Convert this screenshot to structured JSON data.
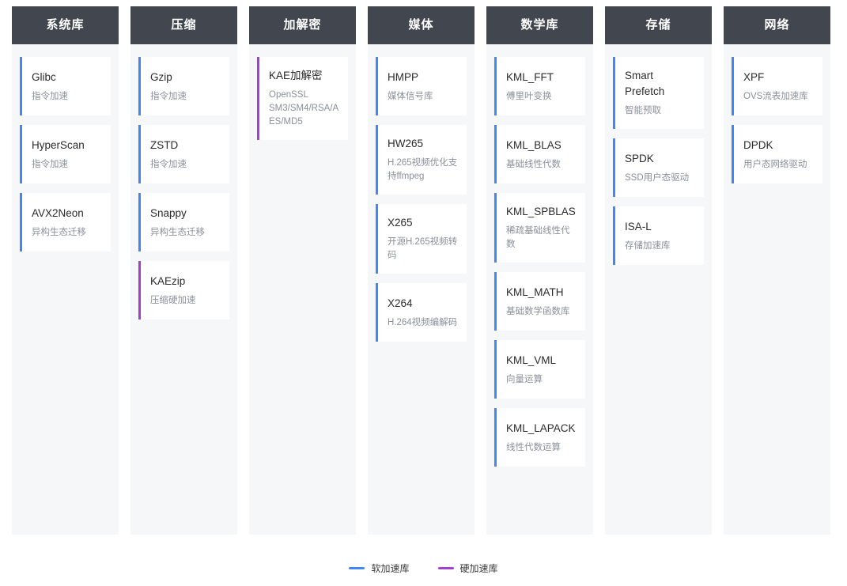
{
  "columns": [
    {
      "title": "系统库",
      "cards": [
        {
          "name": "Glibc",
          "desc": "指令加速",
          "type": "soft"
        },
        {
          "name": "HyperScan",
          "desc": "指令加速",
          "type": "soft"
        },
        {
          "name": "AVX2Neon",
          "desc": "异构生态迁移",
          "type": "soft"
        }
      ]
    },
    {
      "title": "压缩",
      "cards": [
        {
          "name": "Gzip",
          "desc": "指令加速",
          "type": "soft"
        },
        {
          "name": "ZSTD",
          "desc": "指令加速",
          "type": "soft"
        },
        {
          "name": "Snappy",
          "desc": "异构生态迁移",
          "type": "soft"
        },
        {
          "name": "KAEzip",
          "desc": "压缩硬加速",
          "type": "hard"
        }
      ]
    },
    {
      "title": "加解密",
      "cards": [
        {
          "name": "KAE加解密",
          "desc": "OpenSSL SM3/SM4/RSA/AES/MD5",
          "type": "hard"
        }
      ]
    },
    {
      "title": "媒体",
      "cards": [
        {
          "name": "HMPP",
          "desc": "媒体信号库",
          "type": "soft"
        },
        {
          "name": "HW265",
          "desc": "H.265视频优化支持ffmpeg",
          "type": "soft"
        },
        {
          "name": "X265",
          "desc": "开源H.265视频转码",
          "type": "soft"
        },
        {
          "name": "X264",
          "desc": "H.264视频编解码",
          "type": "soft"
        }
      ]
    },
    {
      "title": "数学库",
      "cards": [
        {
          "name": "KML_FFT",
          "desc": "傅里叶变换",
          "type": "soft"
        },
        {
          "name": "KML_BLAS",
          "desc": "基础线性代数",
          "type": "soft"
        },
        {
          "name": "KML_SPBLAS",
          "desc": "稀疏基础线性代数",
          "type": "soft"
        },
        {
          "name": "KML_MATH",
          "desc": "基础数学函数库",
          "type": "soft"
        },
        {
          "name": "KML_VML",
          "desc": "向量运算",
          "type": "soft"
        },
        {
          "name": "KML_LAPACK",
          "desc": "线性代数运算",
          "type": "soft"
        }
      ]
    },
    {
      "title": "存储",
      "cards": [
        {
          "name": "Smart Prefetch",
          "desc": "智能预取",
          "type": "soft"
        },
        {
          "name": "SPDK",
          "desc": "SSD用户态驱动",
          "type": "soft"
        },
        {
          "name": "ISA-L",
          "desc": "存储加速库",
          "type": "soft"
        }
      ]
    },
    {
      "title": "网络",
      "cards": [
        {
          "name": "XPF",
          "desc": "OVS流表加速库",
          "type": "soft"
        },
        {
          "name": "DPDK",
          "desc": "用户态网络驱动",
          "type": "soft"
        }
      ]
    }
  ],
  "legend": {
    "items": [
      {
        "label": "软加速库",
        "color": "#4086f4"
      },
      {
        "label": "硬加速库",
        "color": "#a33fcf"
      }
    ]
  }
}
